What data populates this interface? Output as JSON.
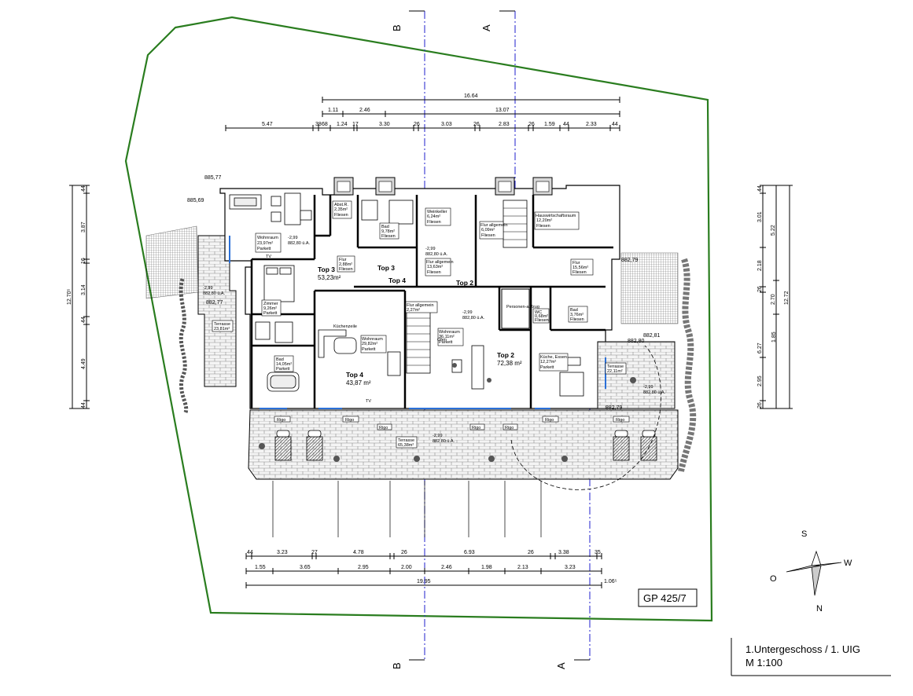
{
  "plot": {
    "id": "GP 425/7",
    "elevations": [
      "885,77",
      "885,69",
      "882,77",
      "882,79",
      "882,81",
      "882,80",
      "882,79"
    ]
  },
  "sections": {
    "b_label": "B",
    "a_label": "A"
  },
  "title_block": {
    "line1": "1.Untergeschoss / 1. UIG",
    "line2": "M 1:100"
  },
  "compass": {
    "north": "N",
    "south": "S",
    "east": "W",
    "west": "O"
  },
  "dims_top": {
    "overall": "16.64",
    "row2": [
      "1.11",
      "2.46",
      "13.07"
    ],
    "row3": [
      "5.47",
      "38",
      "68",
      "1.24",
      "17",
      "3.30",
      "26",
      "3.03",
      "26",
      "2.83",
      "26",
      "1.59",
      "44",
      "2.33",
      "44"
    ]
  },
  "dims_bottom": {
    "row1": [
      "44",
      "3.23",
      "27",
      "4.78",
      "26",
      "6.93",
      "26",
      "3.38",
      "35"
    ],
    "row2": [
      "1.55",
      "3.65",
      "2.95",
      "2.00",
      "2.46",
      "1.98",
      "2.13",
      "3.23"
    ],
    "overall": "19.95",
    "extra": "1.06⁵"
  },
  "dims_left": {
    "overall": "12.70⁵",
    "parts": [
      "44",
      "3.87",
      "16",
      "3.14",
      "44",
      "4.49",
      "44"
    ]
  },
  "dims_right": {
    "col1": [
      "44",
      "3.01",
      "2.18",
      "26",
      "6.27",
      "1.85",
      "2.95",
      "26"
    ],
    "col2": [
      "5.22",
      "2.70",
      "12.72"
    ]
  },
  "units": [
    {
      "name": "Top 3",
      "area": "53,23m²"
    },
    {
      "name": "Top 4",
      "area": "43,87 m²"
    },
    {
      "name": "Top 2",
      "area": "72,38 m²"
    }
  ],
  "unit_labels": [
    "Top 3",
    "Top 4",
    "Top 2"
  ],
  "rooms": [
    {
      "name": "Wohnraum",
      "area": "23,97m²",
      "floor": "Parkett"
    },
    {
      "name": "Abst.R.",
      "area": "2,35m²",
      "floor": "Fliesen"
    },
    {
      "name": "Bad",
      "area": "9,78m²",
      "floor": "Fliesen"
    },
    {
      "name": "Weinkeller",
      "area": "6,24m²",
      "floor": "Fliesen"
    },
    {
      "name": "Flur allgemein",
      "area": "6,09m²",
      "floor": "Fliesen"
    },
    {
      "name": "Hauswirtschaftsraum",
      "area": "12,20m²",
      "floor": "Fliesen"
    },
    {
      "name": "Flur",
      "area": "2,88m²",
      "floor": "Fliesen"
    },
    {
      "name": "Flur allgemein",
      "area": "13,63m²",
      "floor": "Fliesen"
    },
    {
      "name": "Flur",
      "area": "15,56m²",
      "floor": "Fliesen"
    },
    {
      "name": "Zimmer",
      "area": "9,26m²",
      "floor": "Parkett"
    },
    {
      "name": "Flur allgemein",
      "area": "2,27m²",
      "floor": ""
    },
    {
      "name": "Terrasse",
      "area": "23,81m²",
      "floor": ""
    },
    {
      "name": "Wohnraum",
      "area": "29,82m²",
      "floor": "Parkett"
    },
    {
      "name": "Wohnraum",
      "area": "36,11m²",
      "floor": "Parkett"
    },
    {
      "name": "Bad",
      "area": "14,05m²",
      "floor": "Parkett"
    },
    {
      "name": "Küche, Essen",
      "area": "12,27m²",
      "floor": "Parkett"
    },
    {
      "name": "Terrasse",
      "area": "22,11m²",
      "floor": ""
    },
    {
      "name": "Terrasse",
      "area": "65,38m²",
      "floor": ""
    },
    {
      "name": "Bad",
      "area": "3,76m²",
      "floor": "Fliesen"
    },
    {
      "name": "WC",
      "area": "0,68m²",
      "floor": "Fliesen"
    }
  ],
  "misc_labels": {
    "lift": "Personen-aufzug",
    "oven": "Ofen",
    "tv": "TV",
    "kitchen_line": "Küchenzeile",
    "rigo": "Rigo",
    "level": "-2,99",
    "level_ref": "882,80 ü.A."
  }
}
